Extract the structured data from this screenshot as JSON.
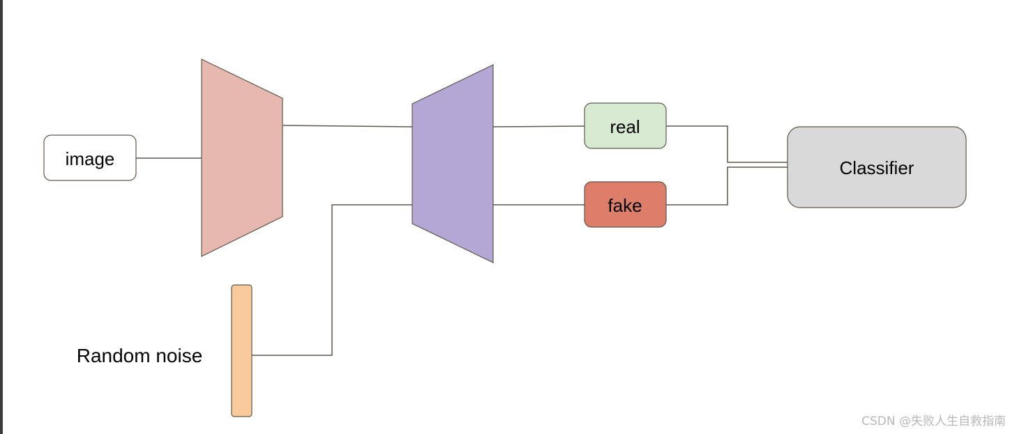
{
  "diagram": {
    "nodes": {
      "image": {
        "label": "image",
        "fill": "#ffffff"
      },
      "encoder": {
        "fill": "#e6b8b0"
      },
      "decoder": {
        "fill": "#b4a7d6"
      },
      "noise": {
        "label": "Random noise",
        "fill": "#f9cb9c"
      },
      "real": {
        "label": "real",
        "fill": "#d9ead3"
      },
      "fake": {
        "label": "fake",
        "fill": "#dd7e6b"
      },
      "classifier": {
        "label": "Classifier",
        "fill": "#d9d9d9"
      }
    },
    "stroke_color": "#5f574b",
    "edges": [
      {
        "from": "image",
        "to": "encoder"
      },
      {
        "from": "encoder",
        "to": "decoder"
      },
      {
        "from": "noise",
        "to": "decoder"
      },
      {
        "from": "decoder",
        "to": "real"
      },
      {
        "from": "decoder",
        "to": "fake"
      },
      {
        "from": "real",
        "to": "classifier"
      },
      {
        "from": "fake",
        "to": "classifier"
      }
    ]
  },
  "watermark": "CSDN @失败人生自救指南"
}
